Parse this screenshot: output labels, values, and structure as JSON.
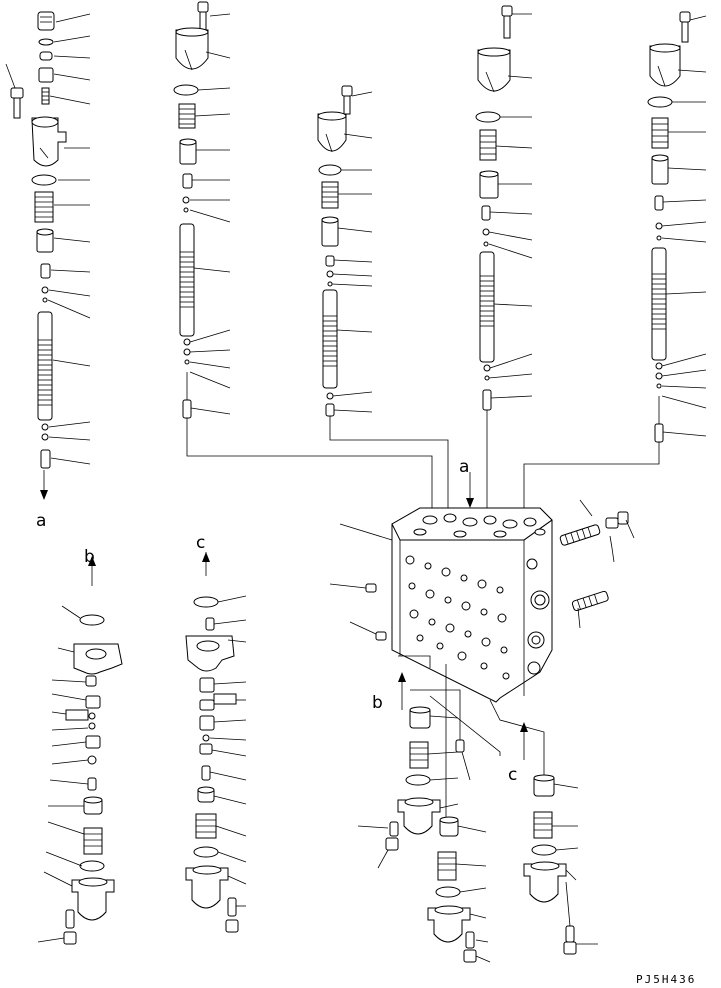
{
  "diagram": {
    "code": "PJ5H436",
    "markers": {
      "a": "a",
      "b": "b",
      "c": "c"
    }
  }
}
